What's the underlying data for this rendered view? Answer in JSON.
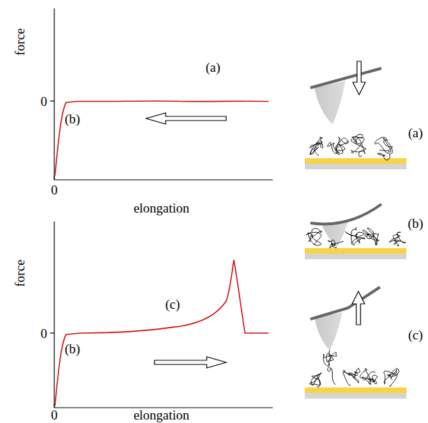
{
  "diagram": {
    "labels": [
      "force",
      "0",
      "0",
      "elongation",
      "(a)",
      "(b)",
      "force",
      "0",
      "0",
      "elongation",
      "(c)",
      "(b)",
      "(a)",
      "(b)",
      "(c)"
    ]
  }
}
